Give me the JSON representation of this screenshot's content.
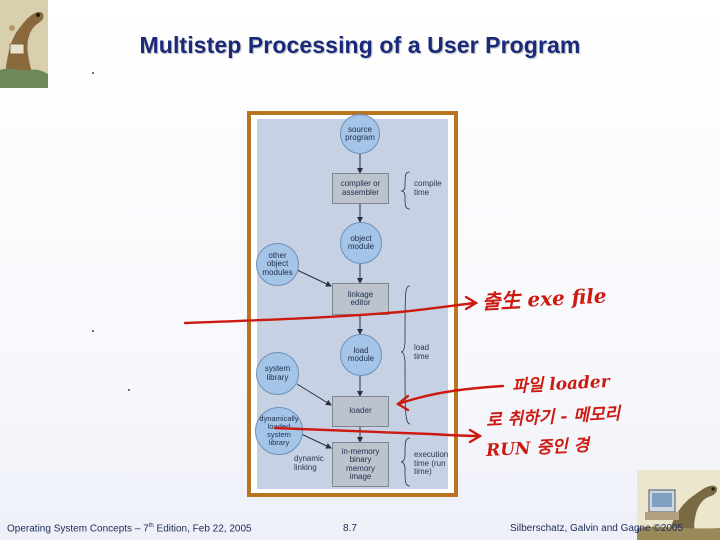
{
  "title": "Multistep Processing of a User Program",
  "diagram": {
    "nodes": {
      "source_program": "source\nprogram",
      "compiler": "compiler or\nassembler",
      "object_module": "object\nmodule",
      "other_object_modules": "other\nobject\nmodules",
      "linkage_editor": "linkage\neditor",
      "load_module": "load\nmodule",
      "system_library": "system\nlibrary",
      "loader": "loader",
      "dynamic_libraries": "dynamically\nloaded\nsystem\nlibrary",
      "memory_image": "in-memory\nbinary\nmemory\nimage"
    },
    "labels": {
      "compile_time": "compile\ntime",
      "load_time": "load\ntime",
      "execution_time": "execution\ntime (run\ntime)",
      "dynamic_linking": "dynamic\nlinking"
    }
  },
  "annotations": {
    "note1": "출生 exe file",
    "note2": "파일 loader",
    "note3": "로 취하기 - 메모리",
    "note4": "RUN 중인 경"
  },
  "footer": {
    "left_prefix": "Operating System Concepts – 7",
    "left_sup": "th",
    "left_suffix": " Edition, Feb 22, 2005",
    "page": "8.7",
    "right": "Silberschatz, Galvin and Gagne ©2005"
  },
  "colors": {
    "title": "#1a2a7a",
    "frame": "#b8741f",
    "annotation": "#cc1a10"
  }
}
